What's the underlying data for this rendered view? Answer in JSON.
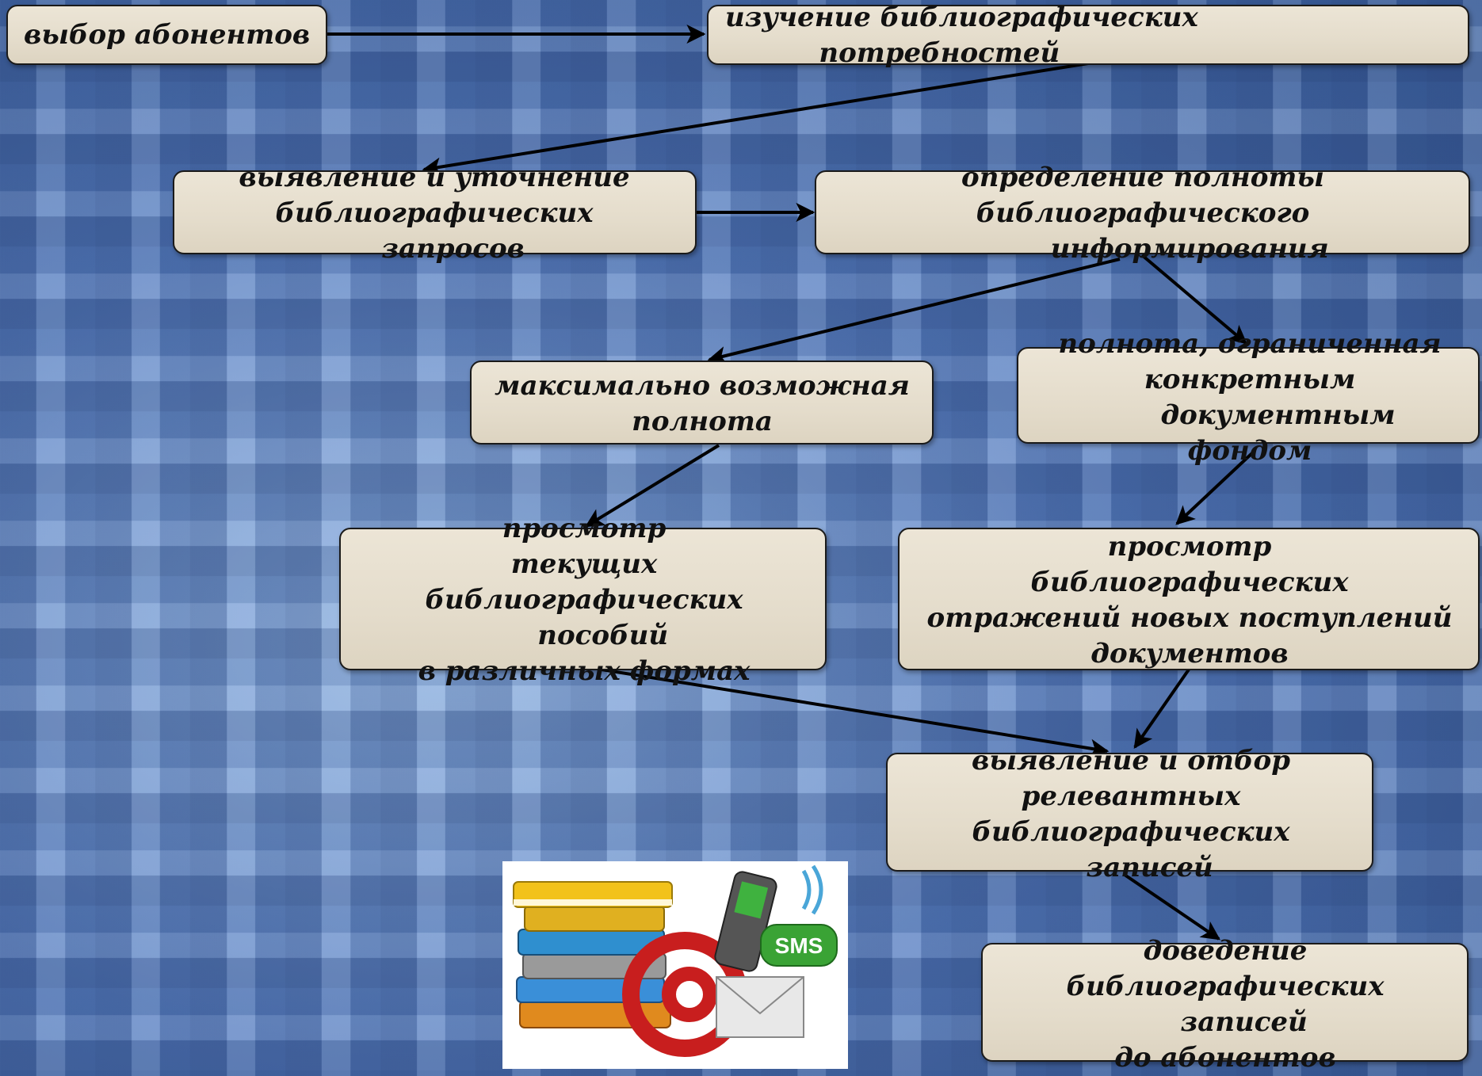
{
  "nodes": {
    "subscriber_selection": "выбор абонентов",
    "needs_study": "изучение библиографических\n          потребностей",
    "requests_clarification": "выявление и уточнение\nбиблиографических\n    запросов",
    "completeness_definition": "определение полноты\nбиблиографического\n          информирования",
    "max_completeness": "максимально возможная\nполнота",
    "limited_completeness": "полнота, ограниченная\nконкретным\n      документным\nфондом",
    "current_aids_review": "просмотр\nтекущих\nбиблиографических\n    пособий\nв различных формах",
    "new_acquisitions_review": "просмотр\nбиблиографических\nотражений новых поступлений\nдокументов",
    "relevant_records": "выявление и отбор\nрелевантных\nбиблиографических\n    записей",
    "delivery": "доведение\nбиблиографических\n    записей\nдо абонентов"
  },
  "clipart": {
    "badge_text": "SMS",
    "at_symbol": "@"
  },
  "colors": {
    "box_fill": "#e6dfcf",
    "box_border": "#1a1a1a",
    "arrow": "#000000",
    "background": "#5c82c2"
  }
}
